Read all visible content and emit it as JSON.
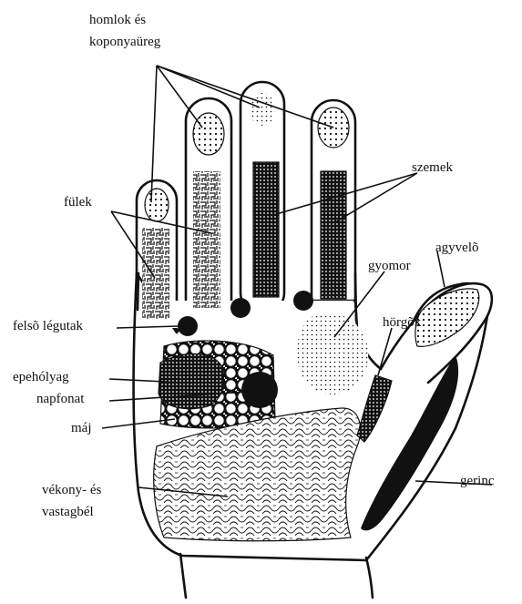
{
  "labels": {
    "forehead_line1": "homlok és",
    "forehead_line2": "koponyaüreg",
    "eyes": "szemek",
    "ears": "fülek",
    "stomach": "gyomor",
    "brain": "agyvelõ",
    "bronchi": "hörgõk",
    "upper_airways": "felsõ légutak",
    "gallbladder": "epehólyag",
    "solar_plexus": "napfonat",
    "liver": "máj",
    "intestine_line1": "vékony- és",
    "intestine_line2": "vastagbél",
    "spine": "gerinc"
  },
  "colors": {
    "ink": "#111111",
    "paper": "#ffffff"
  }
}
